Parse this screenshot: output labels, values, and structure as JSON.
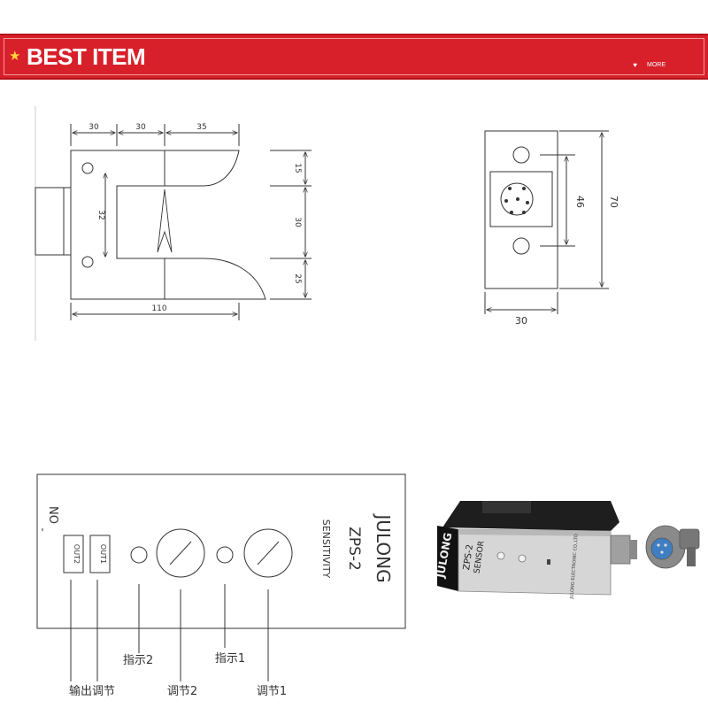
{
  "banner": {
    "title": "BEST ITEM",
    "more_label": "MORE",
    "star_icon": "star-icon",
    "heart_icon": "heart-icon",
    "color": "#d8202a"
  },
  "drawing_front": {
    "dim_top": [
      "30",
      "30",
      "35"
    ],
    "dim_right": [
      "15",
      "30",
      "25"
    ],
    "dim_slot": "32",
    "dim_bottom": "110"
  },
  "drawing_side": {
    "dim_inner": "46",
    "dim_outer": "70",
    "dim_width": "30"
  },
  "panel": {
    "brand": "JULONG",
    "model": "ZPS-2",
    "sensitivity": "SENSITIVITY",
    "no_label": "NO",
    "out1": "OUT1",
    "out2": "OUT2",
    "callouts": [
      "指示2",
      "指示1",
      "输出调节",
      "调节2",
      "调节1"
    ]
  },
  "product_photo": {
    "brand": "JULONG",
    "model": "ZPS-2",
    "type": "SENSOR",
    "maker": "JULONG ELECTRONIC CO.,LTD"
  }
}
